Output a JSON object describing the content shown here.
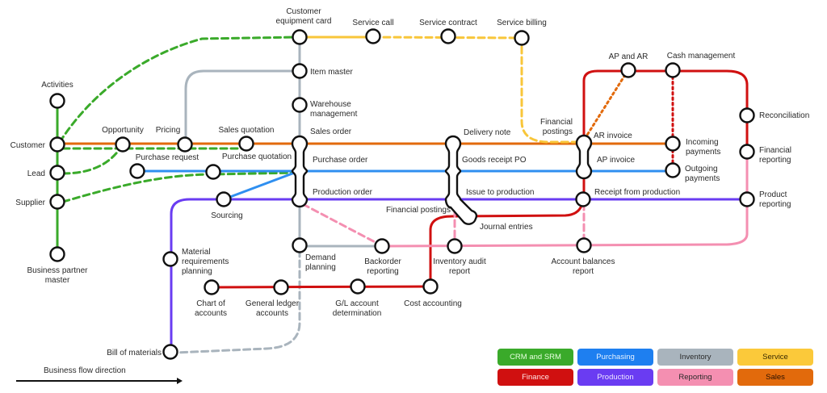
{
  "colors": {
    "crm": "#3aaa2a",
    "purchasing": "#2f8ff0",
    "inventory": "#a9b4bd",
    "service": "#f8c63a",
    "finance": "#d01010",
    "production": "#6a3cf2",
    "reporting": "#f48fb1",
    "sales": "#e26a0c"
  },
  "stations": {
    "activities": "Activities",
    "customer": "Customer",
    "lead": "Lead",
    "supplier": "Supplier",
    "business_partner_master": [
      "Business partner",
      "master"
    ],
    "opportunity": "Opportunity",
    "pricing": "Pricing",
    "sales_quotation": "Sales quotation",
    "purchase_request": "Purchase request",
    "purchase_quotation": "Purchase quotation",
    "sourcing": "Sourcing",
    "customer_equipment_card": [
      "Customer",
      "equipment card"
    ],
    "service_call": "Service call",
    "service_contract": "Service contract",
    "service_billing": "Service billing",
    "item_master": "Item master",
    "warehouse_management": [
      "Warehouse",
      "management"
    ],
    "sales_order": "Sales order",
    "purchase_order": "Purchase order",
    "production_order": "Production order",
    "demand_planning": [
      "Demand",
      "planning"
    ],
    "backorder_reporting": [
      "Backorder",
      "reporting"
    ],
    "material_requirements_planning": [
      "Material",
      "requirements",
      "planning"
    ],
    "chart_of_accounts": [
      "Chart of",
      "accounts"
    ],
    "general_ledger_accounts": [
      "General ledger",
      "accounts"
    ],
    "gl_account_determination": [
      "G/L account",
      "determination"
    ],
    "cost_accounting": "Cost accounting",
    "bill_of_materials": "Bill of materials",
    "delivery_note": "Delivery note",
    "goods_receipt_po": "Goods receipt PO",
    "issue_to_production": "Issue to production",
    "financial_postings_left": "Financial postings",
    "journal_entries": "Journal entries",
    "inventory_audit_report": [
      "Inventory audit",
      "report"
    ],
    "financial_postings_top": [
      "Financial",
      "postings"
    ],
    "ar_invoice": "AR invoice",
    "ap_invoice": "AP invoice",
    "receipt_from_production": "Receipt from production",
    "account_balances_report": [
      "Account balances",
      "report"
    ],
    "ap_and_ar": "AP and AR",
    "cash_management": "Cash management",
    "incoming_payments": [
      "Incoming",
      "payments"
    ],
    "outgoing_payments": [
      "Outgoing",
      "payments"
    ],
    "reconciliation": "Reconciliation",
    "financial_reporting": [
      "Financial",
      "reporting"
    ],
    "product_reporting": [
      "Product",
      "reporting"
    ]
  },
  "legend": [
    {
      "label": "CRM and SRM",
      "color": "#3aaa2a",
      "text": "#e8ffe0"
    },
    {
      "label": "Purchasing",
      "color": "#1e7ff0",
      "text": "#e6f1ff"
    },
    {
      "label": "Inventory",
      "color": "#a9b4bd",
      "text": "#2a2a2a"
    },
    {
      "label": "Service",
      "color": "#fbc93a",
      "text": "#3a2a00"
    },
    {
      "label": "Finance",
      "color": "#d01010",
      "text": "#ffe6e6"
    },
    {
      "label": "Production",
      "color": "#6a3cf2",
      "text": "#eee8ff"
    },
    {
      "label": "Reporting",
      "color": "#f48fb1",
      "text": "#2a2a2a"
    },
    {
      "label": "Sales",
      "color": "#e26a0c",
      "text": "#2a1000"
    }
  ],
  "flow_direction_label": "Business flow direction"
}
